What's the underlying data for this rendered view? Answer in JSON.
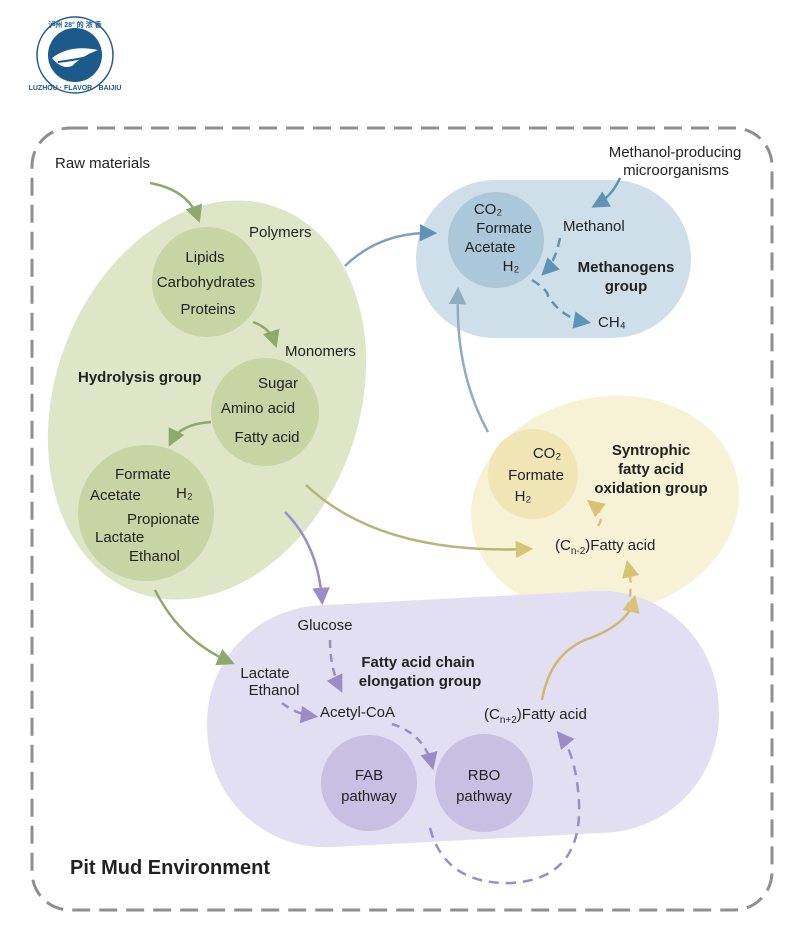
{
  "colors": {
    "hydrolysis": "#dfe6c8",
    "hydrolysis_circle": "#c6d5a3",
    "hydrolysis_arrow": "#8fa86b",
    "methanogens": "#cfdfe9",
    "methanogens_circle": "#aac8da",
    "methanogens_arrow": "#5f93b6",
    "syntrophic": "#f7f2d6",
    "syntrophic_circle": "#efe5b5",
    "syntrophic_arrow": "#d6c377",
    "elongation": "#e3dff2",
    "elongation_circle": "#c7c0e3",
    "elongation_arrow": "#9a8cc5",
    "frame": "#8f8f8f",
    "logo": "#1d5a8c"
  },
  "logo": {
    "top_text": "泸州 28° 的 浓 香",
    "bottom_text": "LUZHOU · FLAVOR · BAIJIU"
  },
  "labels": {
    "raw_materials": "Raw materials",
    "polymers": "Polymers",
    "lipids": "Lipids",
    "carbohydrates": "Carbohydrates",
    "proteins": "Proteins",
    "monomers": "Monomers",
    "hydrolysis_group": "Hydrolysis group",
    "sugar": "Sugar",
    "amino_acid": "Amino acid",
    "fatty_acid": "Fatty acid",
    "formate": "Formate",
    "acetate": "Acetate",
    "h2": "H₂",
    "propionate": "Propionate",
    "lactate": "Lactate",
    "ethanol": "Ethanol",
    "methanol_producing_1": "Methanol-producing",
    "methanol_producing_2": "microorganisms",
    "co2": "CO₂",
    "meth_formate": "Formate",
    "meth_acetate": "Acetate",
    "meth_h2": "H₂",
    "methanol": "Methanol",
    "methanogens_1": "Methanogens",
    "methanogens_2": "group",
    "ch4": "CH₄",
    "syn_co2": "CO₂",
    "syn_formate": "Formate",
    "syn_h2": "H₂",
    "syntrophic_1": "Syntrophic",
    "syntrophic_2": "fatty acid",
    "syntrophic_3": "oxidation group",
    "cn2_prefix": "(C",
    "cn2_sub": "n-2",
    "cn2_suffix": ")Fatty acid",
    "glucose": "Glucose",
    "elongation_1": "Fatty acid chain",
    "elongation_2": "elongation group",
    "elong_lactate": "Lactate",
    "elong_ethanol": "Ethanol",
    "acetyl_coa": "Acetyl-CoA",
    "cnp2_prefix": "(C",
    "cnp2_sub": "n+2",
    "cnp2_suffix": ")Fatty acid",
    "fab_1": "FAB",
    "fab_2": "pathway",
    "rbo_1": "RBO",
    "rbo_2": "pathway",
    "pit_mud": "Pit Mud Environment"
  }
}
